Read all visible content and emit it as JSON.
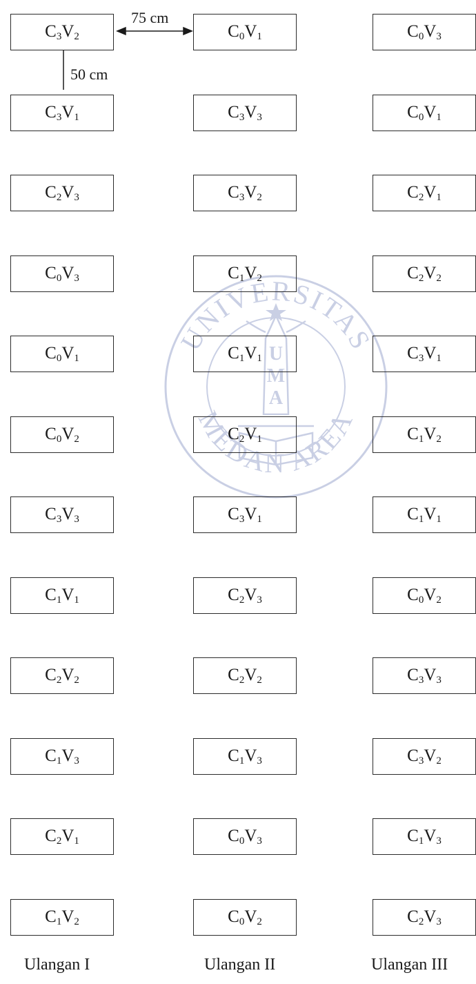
{
  "spacing": {
    "horizontal": "75 cm",
    "vertical": "50 cm"
  },
  "columns": [
    {
      "label": "Ulangan I",
      "plots": [
        {
          "c": "3",
          "v": "2"
        },
        {
          "c": "3",
          "v": "1"
        },
        {
          "c": "2",
          "v": "3"
        },
        {
          "c": "0",
          "v": "3"
        },
        {
          "c": "0",
          "v": "1"
        },
        {
          "c": "0",
          "v": "2"
        },
        {
          "c": "3",
          "v": "3"
        },
        {
          "c": "1",
          "v": "1"
        },
        {
          "c": "2",
          "v": "2"
        },
        {
          "c": "1",
          "v": "3"
        },
        {
          "c": "2",
          "v": "1"
        },
        {
          "c": "1",
          "v": "2"
        }
      ]
    },
    {
      "label": "Ulangan II",
      "plots": [
        {
          "c": "0",
          "v": "1"
        },
        {
          "c": "3",
          "v": "3"
        },
        {
          "c": "3",
          "v": "2"
        },
        {
          "c": "1",
          "v": "2"
        },
        {
          "c": "1",
          "v": "1"
        },
        {
          "c": "2",
          "v": "1"
        },
        {
          "c": "3",
          "v": "1"
        },
        {
          "c": "2",
          "v": "3"
        },
        {
          "c": "2",
          "v": "2"
        },
        {
          "c": "1",
          "v": "3"
        },
        {
          "c": "0",
          "v": "3"
        },
        {
          "c": "0",
          "v": "2"
        }
      ]
    },
    {
      "label": "Ulangan III",
      "plots": [
        {
          "c": "0",
          "v": "3"
        },
        {
          "c": "0",
          "v": "1"
        },
        {
          "c": "2",
          "v": "1"
        },
        {
          "c": "2",
          "v": "2"
        },
        {
          "c": "3",
          "v": "1"
        },
        {
          "c": "1",
          "v": "2"
        },
        {
          "c": "1",
          "v": "1"
        },
        {
          "c": "0",
          "v": "2"
        },
        {
          "c": "3",
          "v": "3"
        },
        {
          "c": "3",
          "v": "2"
        },
        {
          "c": "1",
          "v": "3"
        },
        {
          "c": "2",
          "v": "3"
        }
      ]
    }
  ],
  "watermark": {
    "arc_top": "UNIVERSITAS",
    "arc_bottom": "MEDAN AREA",
    "monogram": [
      "U",
      "M",
      "A"
    ],
    "color": "#c9cfe4"
  }
}
